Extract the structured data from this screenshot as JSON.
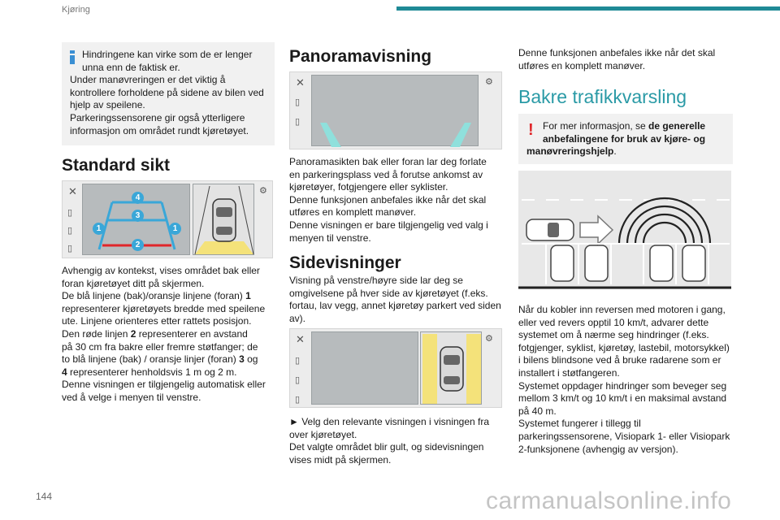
{
  "header": {
    "section": "Kjøring",
    "accent": "#1f8a96"
  },
  "page_number": "144",
  "watermark": "carmanualsonline.info",
  "info_box": {
    "icon": "info-icon",
    "line1": "Hindringene kan virke som de er lenger",
    "line2": "unna enn de faktisk er.",
    "line3": "Under manøvreringen er det viktig å",
    "line4": "kontrollere forholdene på sidene av bilen ved",
    "line5": "hjelp av speilene.",
    "line6": "Parkeringssensorene gir også ytterligere",
    "line7": "informasjon om området rundt kjøretøyet."
  },
  "standard": {
    "title": "Standard sikt",
    "markers": [
      "1",
      "2",
      "3",
      "4",
      "1"
    ],
    "p1": "Avhengig av kontekst, vises området bak eller",
    "p2": "foran kjøretøyet ditt på skjermen.",
    "p3a": "De blå linjene (bak)/oransje linjene (foran) ",
    "p3b": "1",
    "p4": "representerer kjøretøyets bredde med speilene",
    "p5": "ute. Linjene orienteres etter rattets posisjon.",
    "p6a": "Den røde linjen ",
    "p6b": "2",
    "p6c": " representerer en avstand",
    "p7": "på 30 cm fra bakre eller fremre støtfanger; de",
    "p8a": "to blå linjene (bak) / oransje linjer (foran) ",
    "p8b": "3",
    "p8c": " og",
    "p9a": "4",
    "p9b": " representerer henholdsvis 1 m og 2 m.",
    "p10": "Denne visningen er tilgjengelig automatisk eller",
    "p11": "ved å velge i menyen til venstre."
  },
  "panorama": {
    "title": "Panoramavisning",
    "p1": "Panoramasikten bak eller foran lar deg forlate",
    "p2": "en parkeringsplass ved å forutse ankomst av",
    "p3": "kjøretøyer, fotgjengere eller syklister.",
    "p4": "Denne funksjonen anbefales ikke når det skal",
    "p5": "utføres en komplett manøver.",
    "p6": "Denne visningen er bare tilgjengelig ved valg i",
    "p7": "menyen til venstre."
  },
  "side": {
    "title": "Sidevisninger",
    "p1": "Visning på venstre/høyre side lar deg se",
    "p2": "omgivelsene på hver side av kjøretøyet (f.eks.",
    "p3": "fortau, lav vegg, annet kjøretøy parkert ved siden",
    "p4": "av).",
    "p5": "►  Velg den relevante visningen i visningen fra",
    "p6": "over kjøretøyet.",
    "p7": "Det valgte området blir gult, og sidevisningen",
    "p8": "vises midt på skjermen."
  },
  "col3": {
    "p1": "Denne funksjonen anbefales ikke når det skal",
    "p2": "utføres en komplett manøver.",
    "title": "Bakre trafikkvarsling",
    "warn_a": "For mer informasjon, se ",
    "warn_b": "de generelle",
    "warn_c": "anbefalingene for bruk av kjøre- og",
    "warn_d": "manøvreringshjelp",
    "warn_e": ".",
    "q1": "Når du kobler inn reversen med motoren i gang,",
    "q2": "eller ved revers opptil 10 km/t, advarer dette",
    "q3": "systemet om å nærme seg hindringer (f.eks.",
    "q4": "fotgjenger, syklist, kjøretøy, lastebil, motorsykkel)",
    "q5": "i bilens blindsone ved å bruke radarene som er",
    "q6": "installert i støtfangeren.",
    "q7": "Systemet oppdager hindringer som beveger seg",
    "q8": "mellom 3 km/t og 10 km/t i en maksimal avstand",
    "q9": "på 40 m.",
    "q10": "Systemet fungerer i tillegg til",
    "q11": "parkeringssensorene, Visiopark 1- eller Visiopark",
    "q12": "2-funksjonene (avhengig av versjon)."
  },
  "colors": {
    "blue_line": "#3aa7d8",
    "red_line": "#e0262a",
    "yellow_zone": "#f4e27a",
    "teal_title": "#2a9aa6"
  }
}
